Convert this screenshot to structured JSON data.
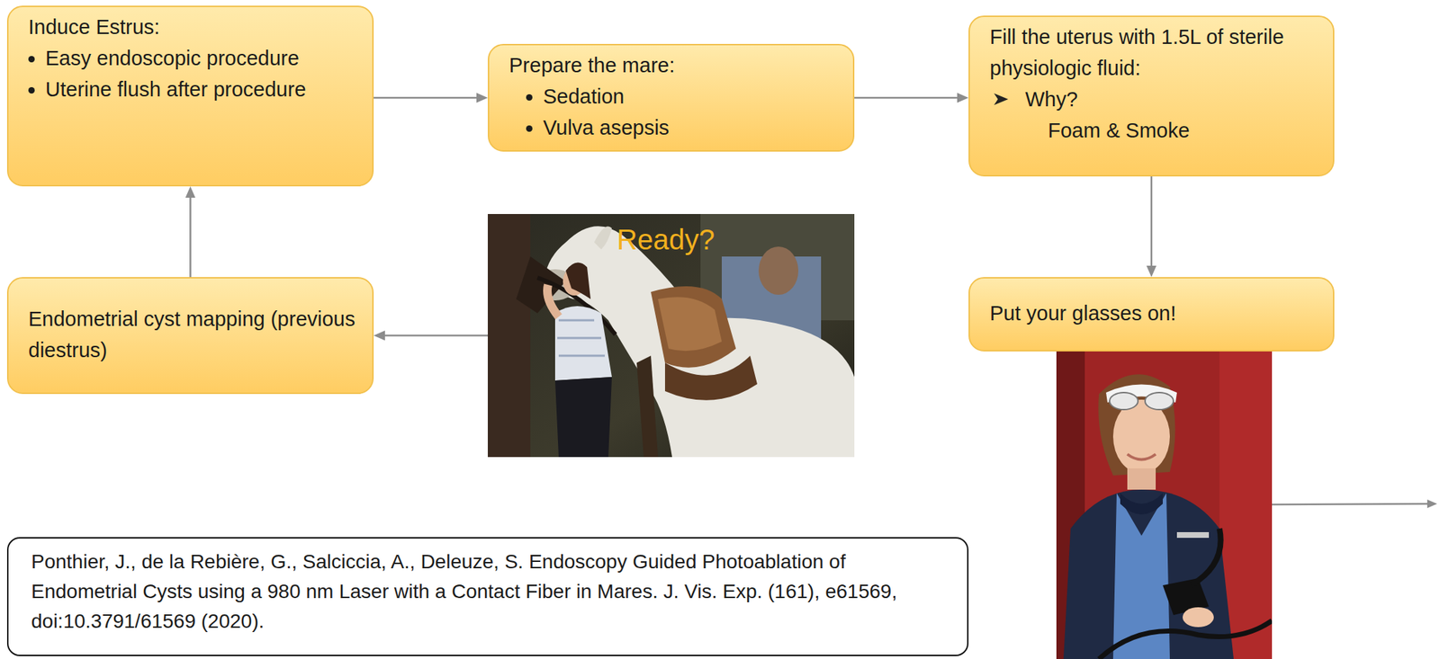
{
  "diagram": {
    "nodes": [
      {
        "text": [
          "Induce Estrus:",
          "Easy endoscopic procedure",
          "Uterine flush after procedure"
        ]
      },
      {
        "text": [
          "Prepare the mare:",
          "Sedation",
          "Vulva asepsis"
        ]
      },
      {
        "text": [
          "Fill the uterus with 1.5L of sterile physiologic fluid:",
          "Why?",
          "Foam & Smoke"
        ]
      },
      {
        "text": [
          "Ready?"
        ]
      },
      {
        "text": [
          "Endometrial cyst mapping (previous diestrus)"
        ]
      },
      {
        "text": [
          "Put your glasses on!"
        ]
      },
      {
        "text": [
          "Ponthier, J., de la Rebière, G., Salciccia, A., Deleuze, S. Endoscopy Guided Photoablation of Endometrial Cysts using a 980 nm Laser with a Contact Fiber in Mares. J. Vis. Exp. (161), e61569, doi:10.3791/61569 (2020)."
        ]
      }
    ],
    "edges": [
      {
        "from": 0,
        "to": 1,
        "arrow": "to"
      },
      {
        "from": 1,
        "to": 2,
        "arrow": "to"
      },
      {
        "from": 2,
        "to": 5,
        "arrow": "to"
      },
      {
        "from": 3,
        "to": 4,
        "arrow": "to"
      },
      {
        "from": 4,
        "to": 0,
        "arrow": "to"
      }
    ]
  }
}
